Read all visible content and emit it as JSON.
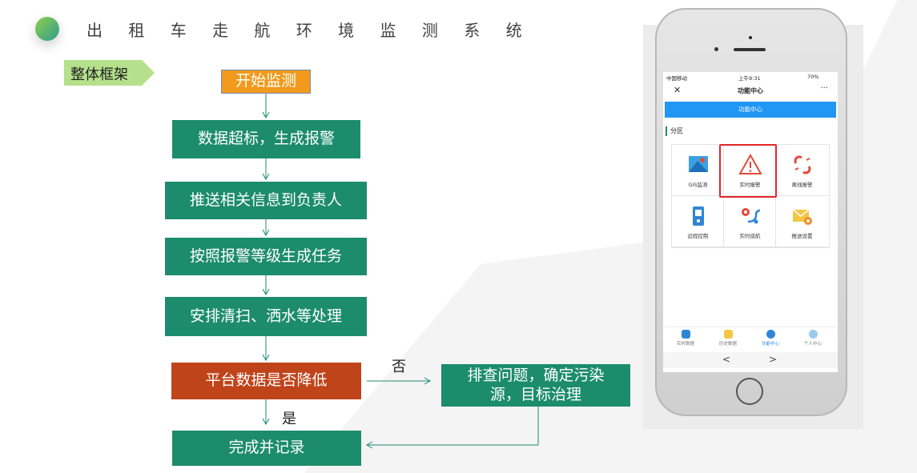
{
  "header": {
    "title": "出 租 车 走 航 环 境 监 测 系 统",
    "section_tag": "整体框架"
  },
  "flow": {
    "start": "开始监测",
    "step1": "数据超标，生成报警",
    "step2": "推送相关信息到负责人",
    "step3": "按照报警等级生成任务",
    "step4": "安排清扫、洒水等处理",
    "decision": "平台数据是否降低",
    "investigate": "排查问题，确定污染源，目标治理",
    "finish": "完成并记录",
    "label_no": "否",
    "label_yes": "是"
  },
  "colors": {
    "start_box": "#f19a1d",
    "step_box": "#1c8c6c",
    "decision_box": "#c0441a",
    "arrow": "#1c8c6c",
    "highlight": "#e3262b",
    "blue_bar": "#2196f3"
  },
  "phone": {
    "status_carrier": "中国移动",
    "status_time": "上午9:31",
    "status_battery": "70%",
    "nav_close": "✕",
    "nav_title": "功能中心",
    "nav_more": "···",
    "banner": "功能中心",
    "section": "分区",
    "grid": [
      {
        "label": "GIS监测",
        "icon": "map-icon"
      },
      {
        "label": "实时报警",
        "icon": "warning-icon"
      },
      {
        "label": "离线报警",
        "icon": "broken-link-icon"
      },
      {
        "label": "远程控制",
        "icon": "remote-icon"
      },
      {
        "label": "实时巡航",
        "icon": "route-icon"
      },
      {
        "label": "推送设置",
        "icon": "mail-settings-icon"
      }
    ],
    "tabs": [
      "实时数据",
      "历史数据",
      "功能中心",
      "个人中心"
    ],
    "back": "<",
    "forward": ">"
  }
}
